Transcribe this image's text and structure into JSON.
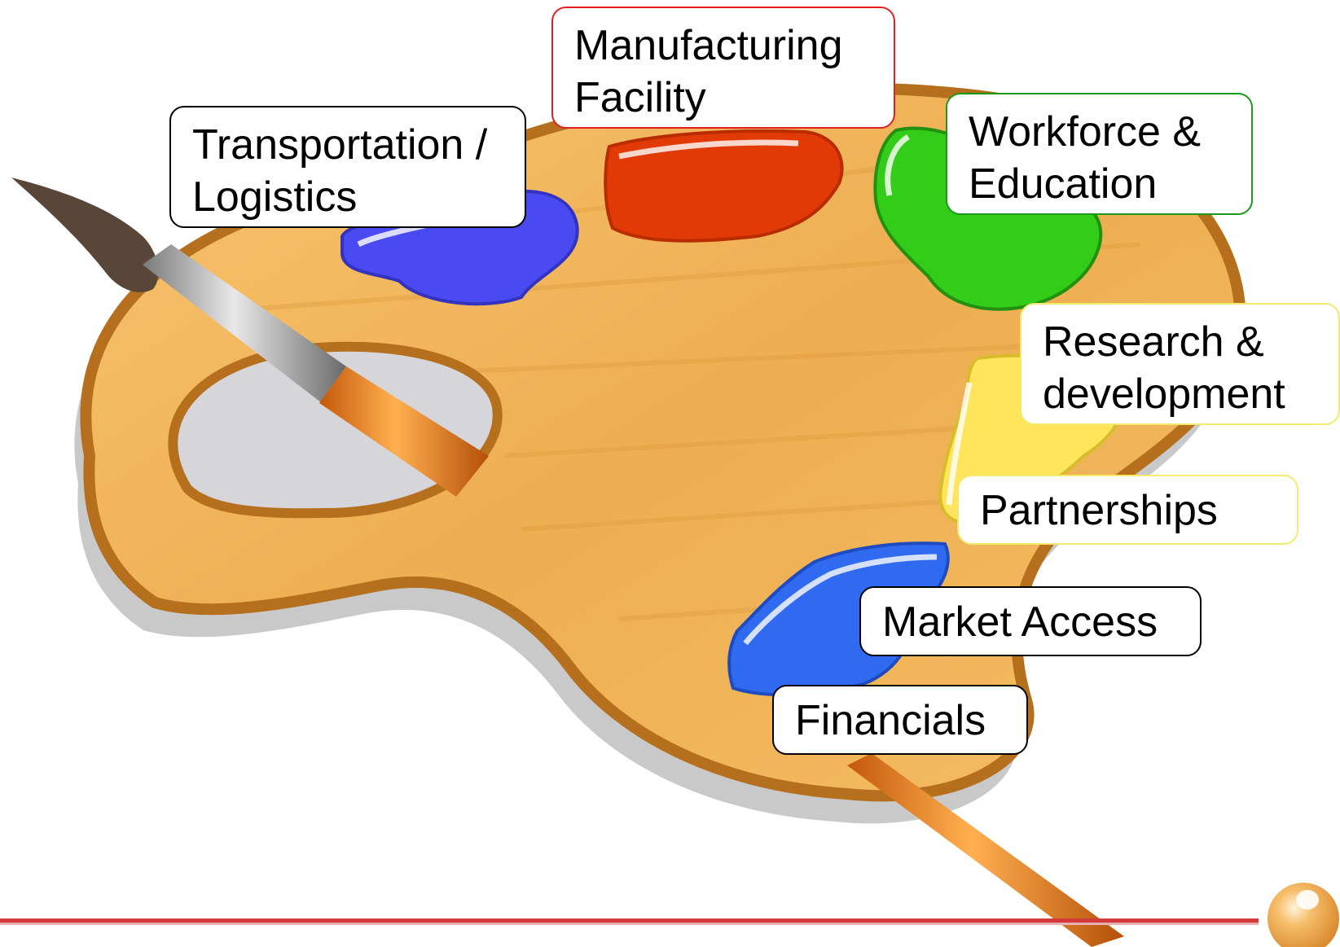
{
  "labels": {
    "transportation": [
      "Transportation /",
      "Logistics"
    ],
    "manufacturing": [
      "Manufacturing",
      "Facility"
    ],
    "workforce": [
      "Workforce &",
      "Education"
    ],
    "research": [
      "Research &",
      "development"
    ],
    "partnerships": "Partnerships",
    "market_access": "Market Access",
    "financials": "Financials"
  },
  "colors": {
    "palette_wood": "#f2b458",
    "palette_edge": "#b56f1d",
    "paint_blue": "#4a4af2",
    "paint_red": "#e23a06",
    "paint_green": "#33cc18",
    "paint_yellow": "#ffe45c",
    "paint_blue2": "#2f6af0",
    "bottom_rule": "#d33a3a",
    "orb": "#f0a640"
  }
}
